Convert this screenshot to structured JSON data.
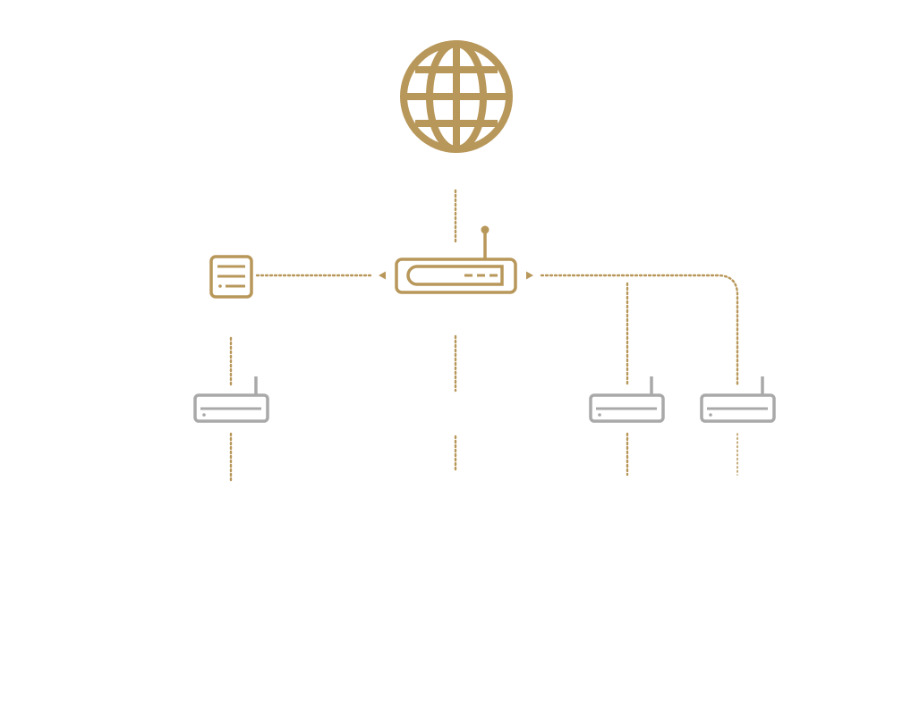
{
  "diagram": {
    "colors": {
      "primary": "#b8975a",
      "secondary": "#a9a9a9",
      "background": "#ffffff"
    },
    "nodes": [
      {
        "id": "internet",
        "icon": "globe-icon",
        "role": "internet"
      },
      {
        "id": "main-router",
        "icon": "router-icon",
        "role": "main router"
      },
      {
        "id": "server",
        "icon": "server-icon",
        "role": "server"
      },
      {
        "id": "extender-left",
        "icon": "access-point-icon",
        "role": "extender"
      },
      {
        "id": "extender-mid",
        "icon": "access-point-icon",
        "role": "extender"
      },
      {
        "id": "extender-right",
        "icon": "access-point-icon",
        "role": "extender"
      }
    ],
    "connections": [
      {
        "from": "internet",
        "to": "main-router",
        "style": "dotted"
      },
      {
        "from": "main-router",
        "to": "server",
        "style": "dotted-arrow"
      },
      {
        "from": "main-router",
        "to": "extender-mid",
        "style": "dotted-arrow"
      },
      {
        "from": "main-router",
        "to": "extender-right",
        "style": "dotted-arrow"
      },
      {
        "from": "server",
        "to": "extender-left",
        "style": "dotted"
      }
    ]
  }
}
